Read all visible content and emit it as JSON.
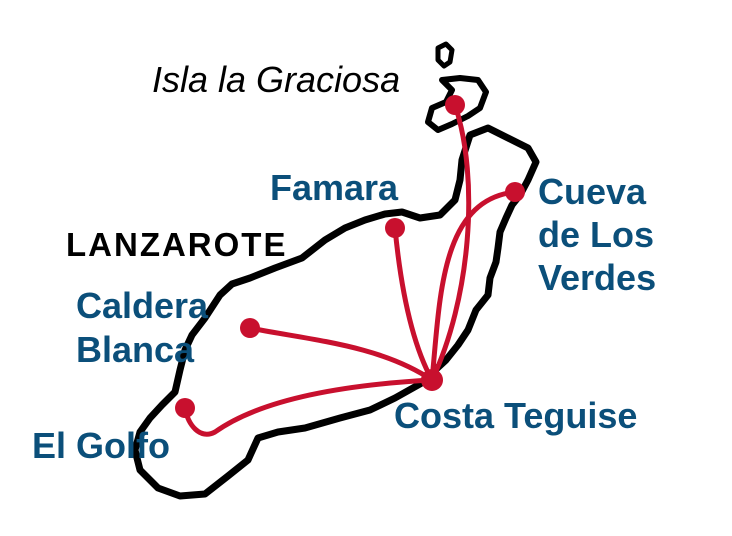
{
  "island_label": "LANZAROTE",
  "islet_label": "Isla la Graciosa",
  "hub": {
    "name": "Costa Teguise"
  },
  "destinations": [
    {
      "id": "graciosa",
      "name": "Isla la Graciosa"
    },
    {
      "id": "cueva",
      "name_lines": [
        "Cueva",
        "de Los",
        "Verdes"
      ]
    },
    {
      "id": "famara",
      "name": "Famara"
    },
    {
      "id": "caldera",
      "name_lines": [
        "Caldera",
        "Blanca"
      ]
    },
    {
      "id": "golfo",
      "name": "El Golfo"
    }
  ],
  "colors": {
    "route": "#c8102e",
    "label": "#0b4f7a",
    "outline": "#000000",
    "background": "#ffffff"
  }
}
